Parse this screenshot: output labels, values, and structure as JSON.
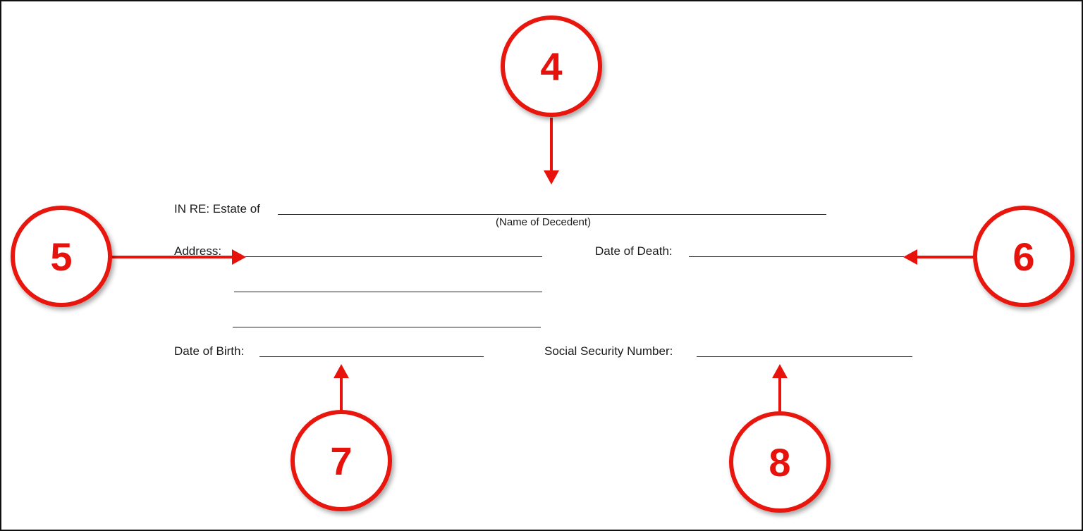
{
  "form": {
    "estate_label": "IN RE: Estate of",
    "name_caption": "(Name of Decedent)",
    "address_label": "Address:",
    "date_of_death_label": "Date of Death:",
    "date_of_birth_label": "Date of Birth:",
    "ssn_label": "Social Security Number:"
  },
  "callouts": [
    {
      "number": "4",
      "target": "decedent-name-field"
    },
    {
      "number": "5",
      "target": "address-field"
    },
    {
      "number": "6",
      "target": "date-of-death-field"
    },
    {
      "number": "7",
      "target": "date-of-birth-field"
    },
    {
      "number": "8",
      "target": "ssn-field"
    }
  ],
  "colors": {
    "callout_red": "#e8120c",
    "text": "#1a1a1a",
    "border": "#111111"
  }
}
